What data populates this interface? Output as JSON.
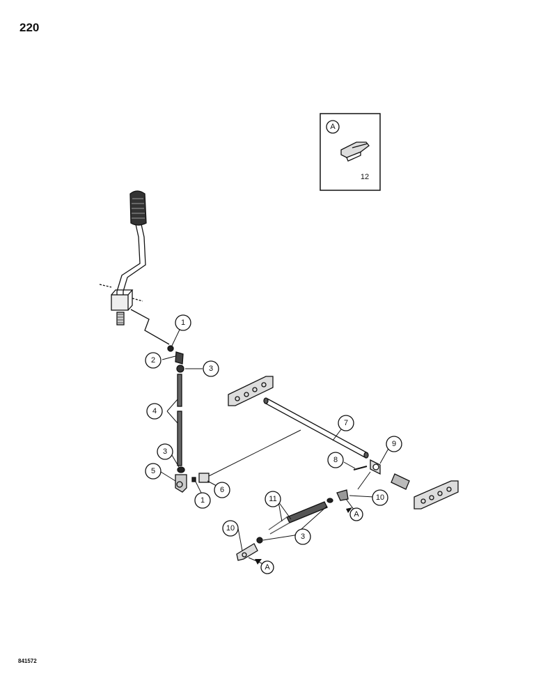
{
  "page": {
    "number": "220",
    "drawing_code": "841572"
  },
  "inset": {
    "label": "A",
    "part_number": "12",
    "icon": "clip-pin-icon"
  },
  "callouts": {
    "c1a": "1",
    "c2": "2",
    "c3a": "3",
    "c4": "4",
    "c3b": "3",
    "c5": "5",
    "c1b": "1",
    "c6": "6",
    "c7": "7",
    "c8": "8",
    "c9": "9",
    "c10a": "10",
    "cAa": "A",
    "c11": "11",
    "c3c": "3",
    "c10b": "10",
    "cAb": "A"
  }
}
